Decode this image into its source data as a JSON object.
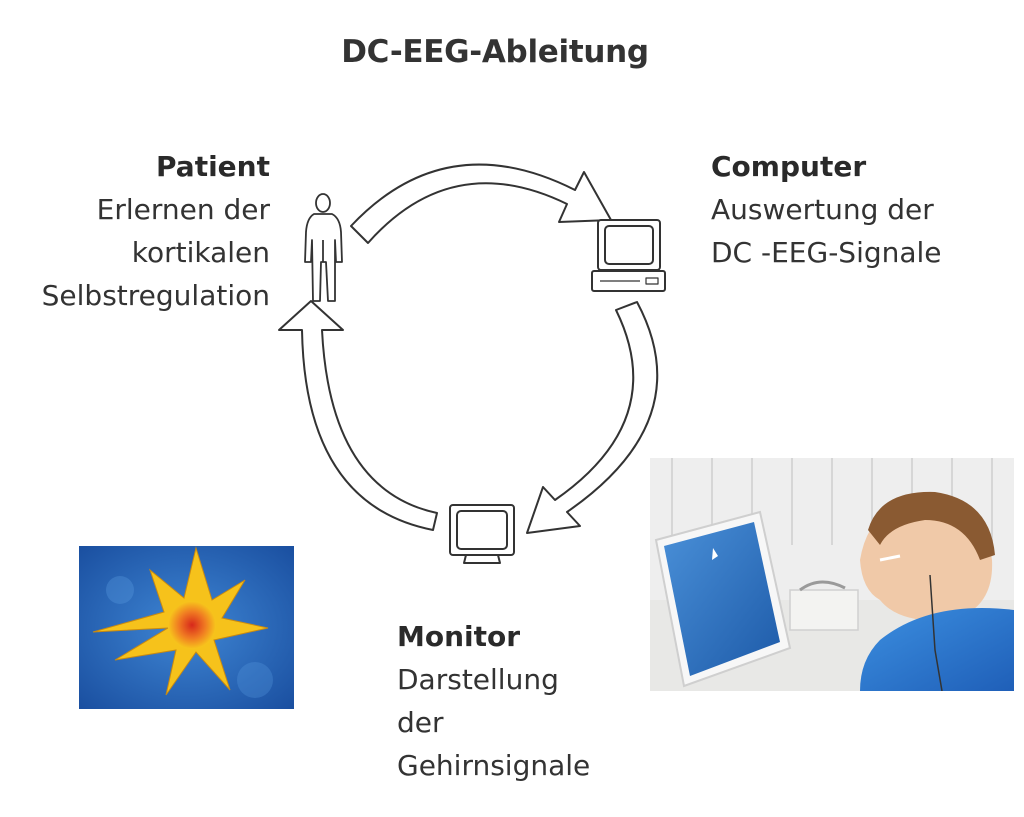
{
  "title": "DC-EEG-Ableitung",
  "nodes": {
    "patient": {
      "heading": "Patient",
      "lines": [
        "Erlernen der",
        "kortikalen",
        "Selbstregulation"
      ]
    },
    "computer": {
      "heading": "Computer",
      "lines": [
        "Auswertung der",
        "DC -EEG-Signale"
      ]
    },
    "monitor": {
      "heading": "Monitor",
      "lines": [
        "Darstellung",
        "der",
        "Gehirnsignale"
      ]
    }
  },
  "colors": {
    "text": "#333333",
    "arrow_stroke": "#333333",
    "feedback_background": "#1e5fb0",
    "star_outer": "#f5c21b",
    "star_core": "#e23a1e"
  },
  "icons": [
    "person-icon",
    "computer-icon",
    "monitor-icon",
    "sun-feedback-image",
    "child-photo"
  ]
}
